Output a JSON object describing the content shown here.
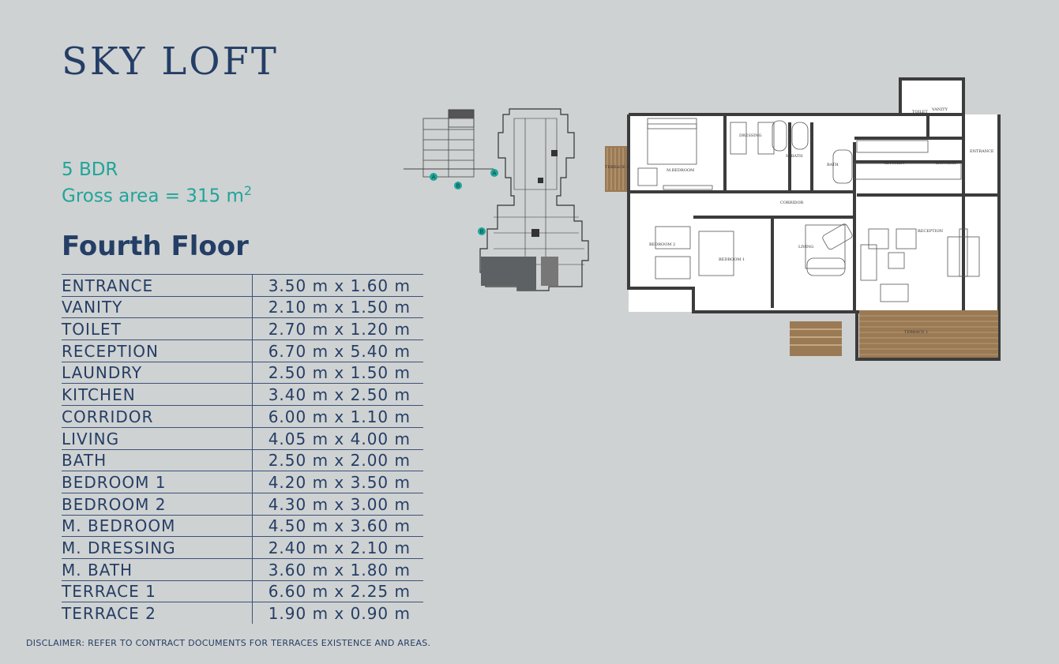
{
  "title": "SKY LOFT",
  "bedrooms": "5 BDR",
  "gross_area_prefix": "Gross area = 315 m",
  "gross_area_sup": "2",
  "floor": "Fourth Floor",
  "rooms": [
    {
      "name": "ENTRANCE",
      "dims": "3.50 m x 1.60 m"
    },
    {
      "name": "VANITY",
      "dims": "2.10 m x 1.50 m"
    },
    {
      "name": "TOILET",
      "dims": "2.70 m x 1.20 m"
    },
    {
      "name": "RECEPTION",
      "dims": "6.70 m x 5.40 m"
    },
    {
      "name": "LAUNDRY",
      "dims": "2.50 m x 1.50 m"
    },
    {
      "name": "KITCHEN",
      "dims": "3.40 m x 2.50 m"
    },
    {
      "name": "CORRIDOR",
      "dims": "6.00 m x 1.10 m"
    },
    {
      "name": "LIVING",
      "dims": "4.05 m x 4.00 m"
    },
    {
      "name": "BATH",
      "dims": "2.50 m x 2.00 m"
    },
    {
      "name": "BEDROOM 1",
      "dims": "4.20 m x 3.50 m"
    },
    {
      "name": "BEDROOM 2",
      "dims": "4.30 m x 3.00 m"
    },
    {
      "name": "M. BEDROOM",
      "dims": "4.50 m x 3.60 m"
    },
    {
      "name": "M. DRESSING",
      "dims": "2.40 m x 2.10 m"
    },
    {
      "name": "M. BATH",
      "dims": "3.60 m x 1.80 m"
    },
    {
      "name": "TERRACE 1",
      "dims": "6.60 m x 2.25 m"
    },
    {
      "name": "TERRACE 2",
      "dims": "1.90 m x 0.90 m"
    }
  ],
  "disclaimer": "DISCLAIMER: REFER TO CONTRACT DOCUMENTS FOR TERRACES EXISTENCE AND AREAS.",
  "keyplan": {
    "marker_a": "A",
    "marker_b": "B"
  },
  "plan_labels": {
    "toilet": "TOILET",
    "vanity": "VANITY",
    "entrance": "ENTRANCE",
    "dressing": "DRESSING",
    "m_bath": "M.BATH",
    "bath": "BATH",
    "kitchen": "KITCHEN",
    "laundry": "LAUNDRY",
    "terrace_2": "TERRACE 2",
    "m_bedroom": "M.BEDROOM",
    "corridor": "CORRIDOR",
    "reception": "RECEPTION",
    "bedroom_2": "BEDROOM 2",
    "bedroom_1": "BEDROOM 1",
    "living": "LIVING",
    "terrace_1": "TERRACE 1"
  },
  "colors": {
    "navy": "#243e66",
    "teal": "#1fa59a",
    "background": "#cfd2d2"
  }
}
